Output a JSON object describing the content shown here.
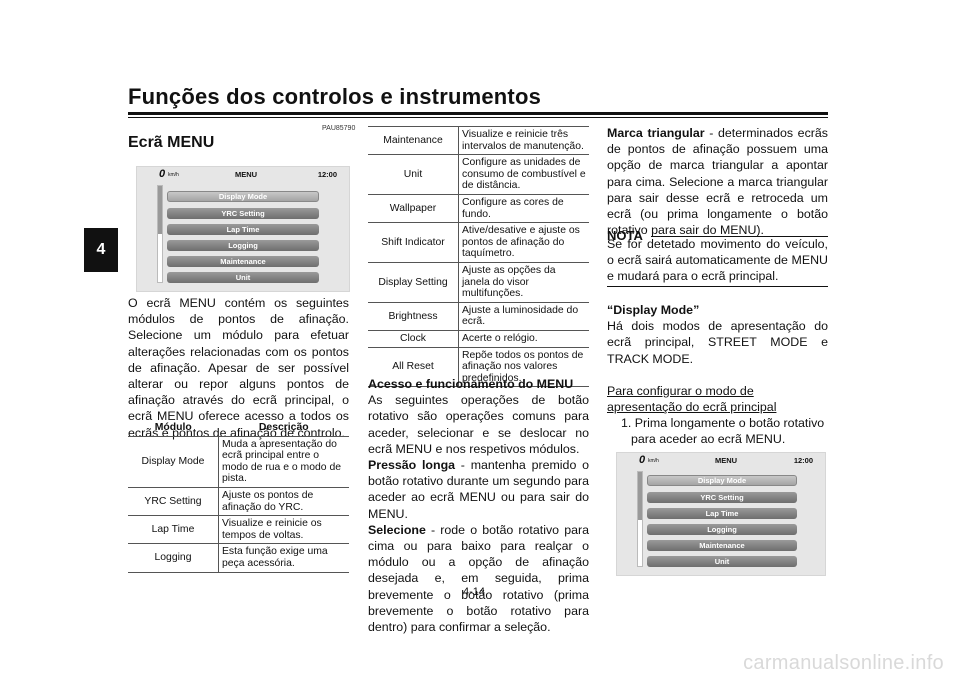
{
  "header": {
    "title": "Funções dos controlos e instrumentos"
  },
  "chapter_tab": "4",
  "section": {
    "code": "PAU85790",
    "title": "Ecrã MENU"
  },
  "screen": {
    "speed": "0",
    "unit": "km/h",
    "menu_title": "MENU",
    "clock": "12:00",
    "items": [
      "Display Mode",
      "YRC Setting",
      "Lap Time",
      "Logging",
      "Maintenance",
      "Unit"
    ]
  },
  "intro_paragraph": "O ecrã MENU contém os seguintes módulos de pontos de afinação. Selecione um módulo para efetuar alterações relacionadas com os pontos de afinação. Apesar de ser possível alterar ou repor alguns pontos de afinação através do ecrã principal, o ecrã MENU oferece acesso a todos os ecrãs e pontos de afinação de controlo.",
  "table_headers": {
    "module": "Módulo",
    "description": "Descrição"
  },
  "table_left": [
    {
      "module": "Display Mode",
      "description": "Muda a apresentação do ecrã principal entre o modo de rua e o modo de pista."
    },
    {
      "module": "YRC Setting",
      "description": "Ajuste os pontos de afinação do YRC."
    },
    {
      "module": "Lap Time",
      "description": "Visualize e reinicie os tempos de voltas."
    },
    {
      "module": "Logging",
      "description": "Esta função exige uma peça acessória."
    }
  ],
  "table_right": [
    {
      "module": "Maintenance",
      "description": "Visualize e reinicie três intervalos de manutenção."
    },
    {
      "module": "Unit",
      "description": "Configure as unidades de consumo de combustível e de distância."
    },
    {
      "module": "Wallpaper",
      "description": "Configure as cores de fundo."
    },
    {
      "module": "Shift Indicator",
      "description": "Ative/desative e ajuste os pontos de afinação do taquímetro."
    },
    {
      "module": "Display Setting",
      "description": "Ajuste as opções da janela do visor multifunções."
    },
    {
      "module": "Brightness",
      "description": "Ajuste a luminosidade do ecrã."
    },
    {
      "module": "Clock",
      "description": "Acerte o relógio."
    },
    {
      "module": "All Reset",
      "description": "Repõe todos os pontos de afinação nos valores predefinidos."
    }
  ],
  "access": {
    "heading": "Acesso e funcionamento do MENU",
    "intro": "As seguintes operações de botão rotativo são operações comuns para aceder, selecionar e se deslocar no ecrã MENU e nos respetivos módulos.",
    "long_press_label": "Pressão longa",
    "long_press_text": " - mantenha premido o botão rotativo durante um segundo para aceder ao ecrã MENU ou para sair do MENU.",
    "select_label": "Selecione",
    "select_text": " - rode o botão rotativo para cima ou para baixo para realçar o módulo ou a opção de afinação desejada e, em seguida, prima brevemente o botão rotativo (prima brevemente o botão rotativo para dentro) para confirmar a seleção."
  },
  "triangle": {
    "label": "Marca triangular",
    "text": " - determinados ecrãs de pontos de afinação possuem uma opção de marca triangular a apontar para cima. Selecione a marca triangular para sair desse ecrã e retroceda um ecrã (ou prima longamente o botão rotativo para sair do MENU)."
  },
  "nota": {
    "label": "NOTA",
    "text": "Se for detetado movimento do veículo, o ecrã sairá automaticamente de MENU e mudará para o ecrã principal."
  },
  "display_mode": {
    "heading": "“Display Mode”",
    "text": "Há dois modos de apresentação do ecrã principal, STREET MODE e TRACK MODE.",
    "subheading": "Para configurar o modo de apresentação do ecrã principal",
    "step": "1. Prima longamente o botão rotativo para aceder ao ecrã MENU."
  },
  "page_number": "4-14",
  "watermark": "carmanualsonline.info"
}
